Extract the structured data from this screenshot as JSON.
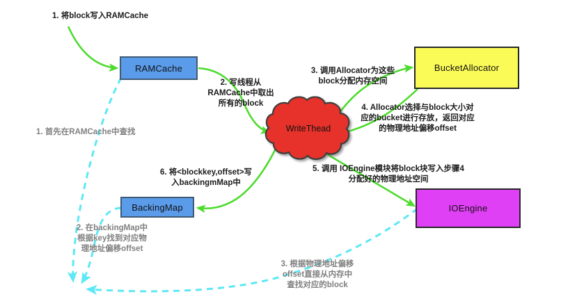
{
  "diagram": {
    "title": "HBase BucketCache write and read flow",
    "colors": {
      "green_flow": "#4ddb2e",
      "cyan_flow": "#5de8f5",
      "ramcache_fill": "#5a9bea",
      "backingmap_fill": "#5a9bea",
      "bucketallocator_fill": "#fbfb58",
      "ioengine_fill": "#e040f5",
      "writethead_fill": "#e63329",
      "label_black": "#1a1a1a",
      "label_gray": "#808080"
    },
    "nodes": [
      {
        "id": "ramcache",
        "label": "RAMCache",
        "shape": "rect",
        "fill": "#5a9bea"
      },
      {
        "id": "writethead",
        "label": "WriteThead",
        "shape": "cloud",
        "fill": "#e63329"
      },
      {
        "id": "bucketallocator",
        "label": "BucketAllocator",
        "shape": "rect",
        "fill": "#fbfb58"
      },
      {
        "id": "ioengine",
        "label": "IOEngine",
        "shape": "rect",
        "fill": "#e040f5"
      },
      {
        "id": "backingmap",
        "label": "BackingMap",
        "shape": "rect",
        "fill": "#5a9bea"
      }
    ],
    "write_steps": [
      {
        "n": "1",
        "text": "1. 将block写入RAMCache"
      },
      {
        "n": "2",
        "text": "2. 写线程从\nRAMCache中取出\n所有的block"
      },
      {
        "n": "3",
        "text": "3. 调用Allocator为这些\nblock分配内存空间"
      },
      {
        "n": "4",
        "text": "4. Allocator选择与block大小对\n应的bucket进行存放，返回对应\n的物理地址偏移offset"
      },
      {
        "n": "5",
        "text": "5. 调用 IOEngine模块将block块写入步骤4\n分配好的物理地址空间"
      },
      {
        "n": "6",
        "text": "6. 将<blockkey,offset>写\n入backingmMap中"
      }
    ],
    "read_steps": [
      {
        "n": "1",
        "text": "1. 首先在RAMCache中查找"
      },
      {
        "n": "2",
        "text": "2. 在backingMap中\n根据key找到对应物\n理地址偏移offset"
      },
      {
        "n": "3",
        "text": "3. 根据物理地址偏移\noffset直接从内存中\n查找对应的block"
      }
    ]
  }
}
